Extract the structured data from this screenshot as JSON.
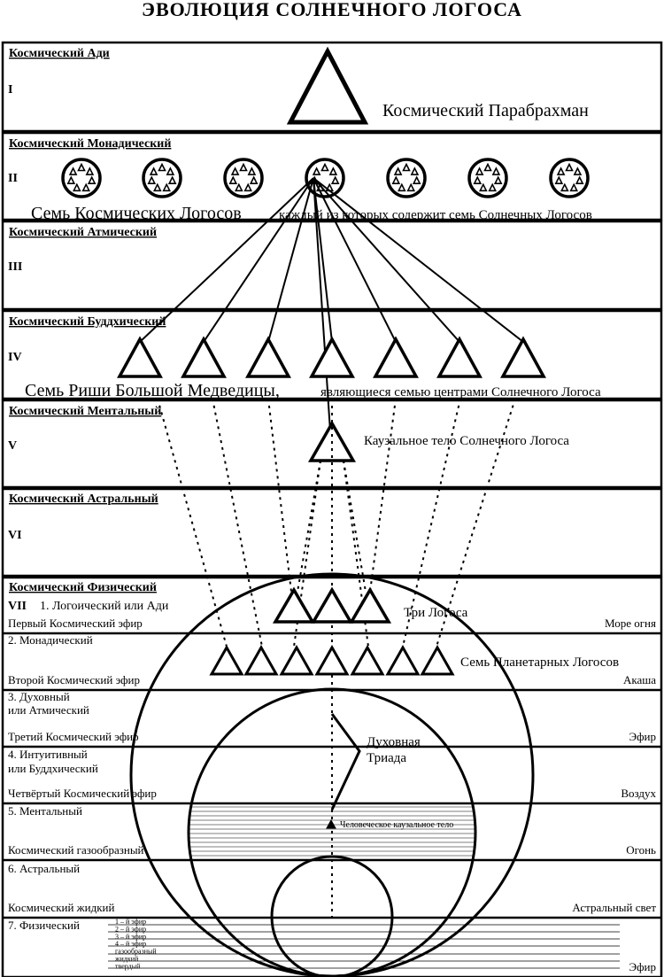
{
  "title": "ЭВОЛЮЦИЯ СОЛНЕЧНОГО ЛОГОСА",
  "planes": [
    {
      "name": "Космический Ади",
      "numeral": "I"
    },
    {
      "name": "Космический Монадический",
      "numeral": "II"
    },
    {
      "name": "Космический Атмический",
      "numeral": "III"
    },
    {
      "name": "Космический Буддхический",
      "numeral": "IV"
    },
    {
      "name": "Космический Ментальный",
      "numeral": "V"
    },
    {
      "name": "Космический Астральный",
      "numeral": "VI"
    },
    {
      "name": "Космический Физический",
      "numeral": "VII"
    }
  ],
  "labels": {
    "parabrahman": "Космический Парабрахман",
    "seven_logoi": "Семь Космических Логосов",
    "seven_logoi_note": "каждый из которых содержит семь Солнечных Логосов",
    "seven_rishi": "Семь Риши Большой Медведицы,",
    "seven_rishi_note": "являющиеся семью центрами Солнечного Логоса",
    "causal_body": "Каузальное тело Солнечного Логоса",
    "three_logoi": "Три Логоса",
    "seven_planetary": "Семь Планетарных Логосов",
    "spiritual_triad_1": "Духовная",
    "spiritual_triad_2": "Триада",
    "human_causal": "Человеческое каузальное тело"
  },
  "subplanes": [
    {
      "name_lines": [
        "1. Логоический или Ади"
      ],
      "ether": "Первый Космический эфир",
      "element": "Море огня"
    },
    {
      "name_lines": [
        "2. Монадический"
      ],
      "ether": "Второй Космический эфир",
      "element": "Акаша"
    },
    {
      "name_lines": [
        "3. Духовный",
        "или Атмический"
      ],
      "ether": "Третий Космический эфир",
      "element": "Эфир"
    },
    {
      "name_lines": [
        "4. Интуитивный",
        "или Буддхический"
      ],
      "ether": "Четвёртый Космический эфир",
      "element": "Воздух"
    },
    {
      "name_lines": [
        "5. Ментальный"
      ],
      "ether": "Космический газообразный",
      "element": "Огонь"
    },
    {
      "name_lines": [
        "6. Астральный"
      ],
      "ether": "Космический жидкий",
      "element": "Астральный свет"
    },
    {
      "name_lines": [
        "7. Физический"
      ],
      "ether": "",
      "element": "Эфир"
    }
  ],
  "physical_subplanes": [
    "1 – й эфир",
    "2 – й эфир",
    "3 – й эфир",
    "4 – й эфир",
    "газообразный",
    "жидкий",
    "твердый"
  ]
}
